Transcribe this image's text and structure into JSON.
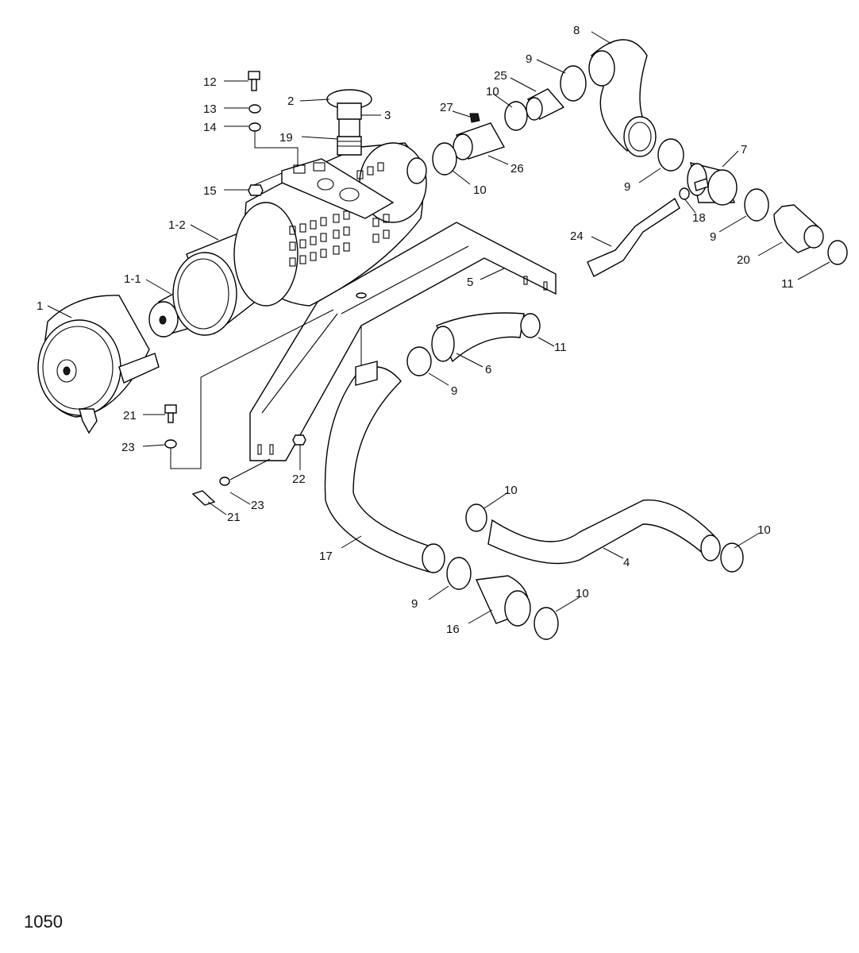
{
  "page_number": "1050",
  "callouts": [
    {
      "id": "c1",
      "text": "1"
    },
    {
      "id": "c1-1",
      "text": "1-1"
    },
    {
      "id": "c1-2",
      "text": "1-2"
    },
    {
      "id": "c2",
      "text": "2"
    },
    {
      "id": "c3",
      "text": "3"
    },
    {
      "id": "c4",
      "text": "4"
    },
    {
      "id": "c5",
      "text": "5"
    },
    {
      "id": "c6",
      "text": "6"
    },
    {
      "id": "c7",
      "text": "7"
    },
    {
      "id": "c8",
      "text": "8"
    },
    {
      "id": "c9a",
      "text": "9"
    },
    {
      "id": "c9b",
      "text": "9"
    },
    {
      "id": "c9c",
      "text": "9"
    },
    {
      "id": "c9d",
      "text": "9"
    },
    {
      "id": "c9e",
      "text": "9"
    },
    {
      "id": "c10a",
      "text": "10"
    },
    {
      "id": "c10b",
      "text": "10"
    },
    {
      "id": "c10c",
      "text": "10"
    },
    {
      "id": "c10d",
      "text": "10"
    },
    {
      "id": "c10e",
      "text": "10"
    },
    {
      "id": "c11a",
      "text": "11"
    },
    {
      "id": "c11b",
      "text": "11"
    },
    {
      "id": "c12",
      "text": "12"
    },
    {
      "id": "c13",
      "text": "13"
    },
    {
      "id": "c14",
      "text": "14"
    },
    {
      "id": "c15",
      "text": "15"
    },
    {
      "id": "c16",
      "text": "16"
    },
    {
      "id": "c17",
      "text": "17"
    },
    {
      "id": "c18",
      "text": "18"
    },
    {
      "id": "c19",
      "text": "19"
    },
    {
      "id": "c20",
      "text": "20"
    },
    {
      "id": "c21a",
      "text": "21"
    },
    {
      "id": "c21b",
      "text": "21"
    },
    {
      "id": "c22",
      "text": "22"
    },
    {
      "id": "c23a",
      "text": "23"
    },
    {
      "id": "c23b",
      "text": "23"
    },
    {
      "id": "c24",
      "text": "24"
    },
    {
      "id": "c25",
      "text": "25"
    },
    {
      "id": "c26",
      "text": "26"
    },
    {
      "id": "c27",
      "text": "27"
    }
  ]
}
